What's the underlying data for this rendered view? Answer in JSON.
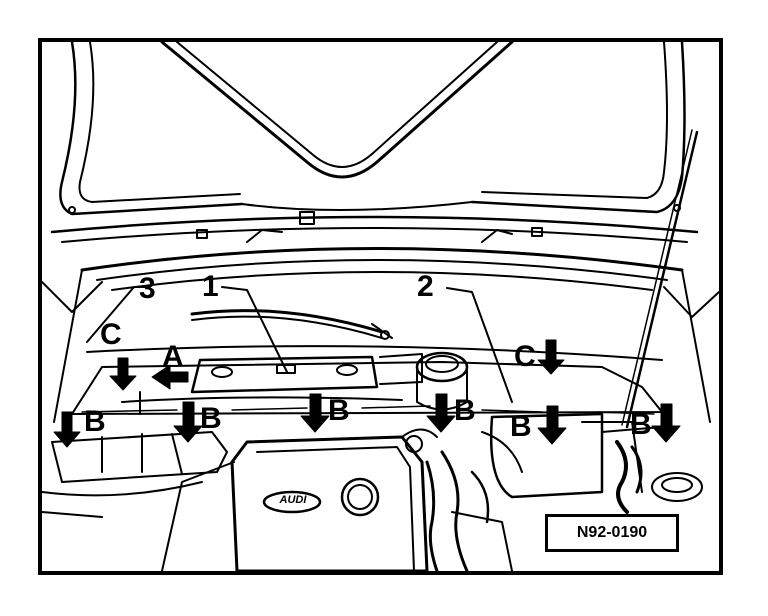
{
  "labels": {
    "n1": "1",
    "n2": "2",
    "n3": "3",
    "a": "A",
    "b": "B",
    "c": "C"
  },
  "figure_code": "N92-0190",
  "badge_text": "AUDI",
  "colors": {
    "ink": "#000000",
    "paper": "#ffffff"
  },
  "icons": {
    "arrow_down": "down-arrow-icon",
    "arrow_left": "left-arrow-icon"
  }
}
